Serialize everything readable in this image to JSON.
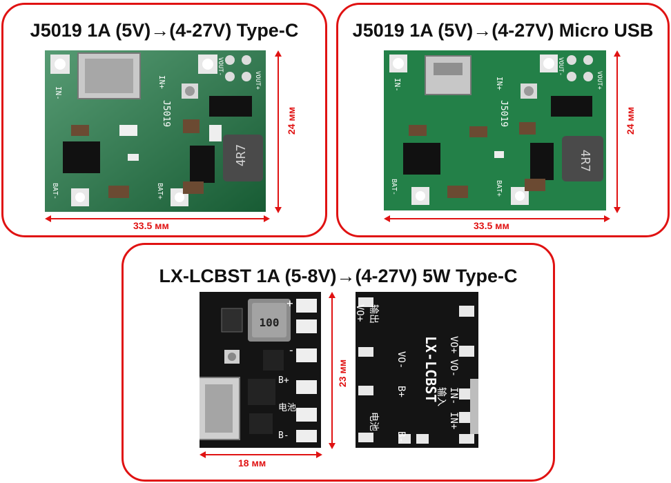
{
  "panels": {
    "typec": {
      "title": "J5019 1A (5V)→(4-27V) Type-C",
      "width_label": "33.5 мм",
      "height_label": "24 мм",
      "silk": {
        "in_minus": "IN-",
        "in_plus": "IN+",
        "vout_minus": "VOUT-",
        "vout_plus": "VOUT+",
        "bat_minus": "BAT-",
        "bat_plus": "BAT+",
        "model": "J5019",
        "inductor": "4R7"
      }
    },
    "micro": {
      "title": "J5019 1A (5V)→(4-27V) Micro USB",
      "width_label": "33.5 мм",
      "height_label": "24 мм",
      "silk": {
        "in_minus": "IN-",
        "in_plus": "IN+",
        "vout_minus": "VOUT-",
        "vout_plus": "VOUT+",
        "bat_minus": "BAT-",
        "bat_plus": "BAT+",
        "model": "J5019",
        "inductor": "4R7"
      }
    },
    "lx": {
      "title": "LX-LCBST 1A (5-8V)→(4-27V)  5W Type-C",
      "width_label": "18 мм",
      "height_label": "23 мм",
      "front": {
        "plus": "+",
        "minus": "-",
        "b_plus": "B+",
        "battery": "电池",
        "b_minus": "B-",
        "inductor": "100"
      },
      "back": {
        "vo_plus": "VO+",
        "vo_minus": "VO-",
        "output": "输出",
        "model": "LX-LCBST",
        "b_plus": "B+",
        "b_minus": "B-",
        "battery": "电池",
        "in_minus": "IN-",
        "in_plus": "IN+",
        "input": "输入"
      }
    }
  },
  "colors": {
    "frame": "#e01212",
    "pcb_green": "#1f7a45",
    "pcb_black": "#141414"
  }
}
